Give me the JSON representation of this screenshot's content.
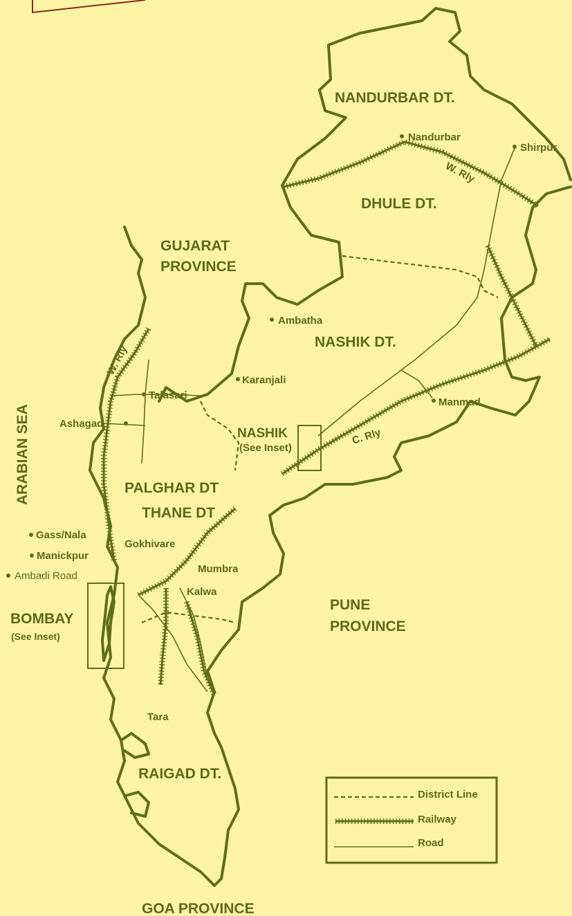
{
  "map": {
    "regions": {
      "nandurbar": "NANDURBAR DT.",
      "dhule": "DHULE DT.",
      "gujarat_1": "GUJARAT",
      "gujarat_2": "PROVINCE",
      "nashik_dt": "NASHIK DT.",
      "arabian_sea": "ARABIAN SEA",
      "palghar": "PALGHAR DT",
      "thane": "THANE DT",
      "pune_1": "PUNE",
      "pune_2": "PROVINCE",
      "raigad": "RAIGAD DT.",
      "goa": "GOA PROVINCE"
    },
    "places": {
      "nandurbar": "Nandurbar",
      "shirpur": "Shirpur",
      "ambatha": "Ambatha",
      "karanjali": "Karanjali",
      "talasari": "Talasari",
      "ashagad": "Ashagad",
      "nashik": "NASHIK",
      "nashik_inset": "(See Inset)",
      "manmad": "Manmad",
      "gass_nala": "Gass/Nala",
      "manickpur": "Manickpur",
      "ambadi_road": "Ambadi Road",
      "gokhivare": "Gokhivare",
      "mumbra": "Mumbra",
      "kalwa": "Kalwa",
      "bombay": "BOMBAY",
      "bombay_inset": "(See Inset)",
      "tara": "Tara"
    },
    "railway_labels": {
      "w_rly_north": "W. Rly",
      "w_rly_west": "W. Rly",
      "c_rly": "C. Rly"
    }
  },
  "legend": {
    "district_line": "District Line",
    "railway": "Railway",
    "road": "Road"
  },
  "colors": {
    "background": "#fdf4a6",
    "ink": "#5f6f17"
  }
}
